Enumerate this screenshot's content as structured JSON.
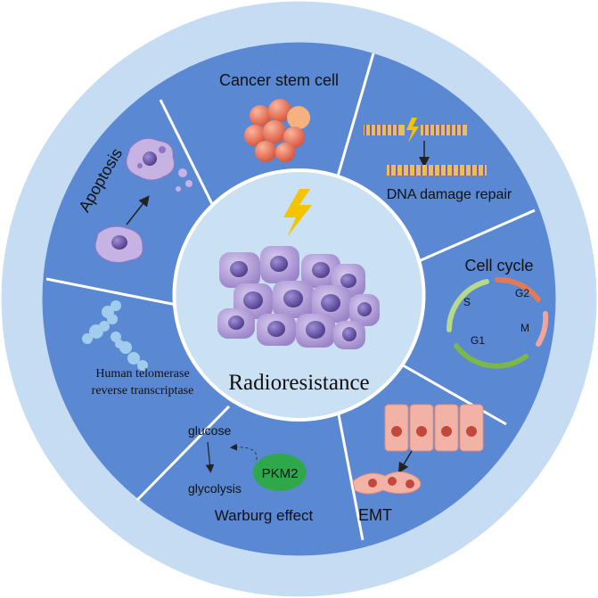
{
  "center": {
    "label": "Radioresistance",
    "icon": "lightning-bolt-icon"
  },
  "segments": {
    "cancer_stem_cell": {
      "label": "Cancer stem cell"
    },
    "dna_damage_repair": {
      "label": "DNA damage repair"
    },
    "cell_cycle": {
      "label": "Cell cycle",
      "phases": {
        "s": "S",
        "g2": "G2",
        "m": "M",
        "g1": "G1"
      }
    },
    "emt": {
      "label": "EMT"
    },
    "warburg_effect": {
      "label": "Warburg effect",
      "glucose": "glucose",
      "glycolysis": "glycolysis",
      "enzyme": "PKM2"
    },
    "htert": {
      "line1": "Human telomerase",
      "line2": "reverse transcriptase"
    },
    "apoptosis": {
      "label": "Apoptosis"
    }
  },
  "colors": {
    "outer_ring": "#c6dcf3",
    "segment_fill": "#5a88d2",
    "center_fill": "#c9e1f3",
    "divider": "#ffffff",
    "bolt": "#f5c400",
    "cell_purple": "#a08bd0",
    "nucleus": "#6a55a8",
    "pkm2": "#2ea84a",
    "cycle_s": "#b7d98a",
    "cycle_g2": "#e07a5a",
    "cycle_m": "#f0a59a",
    "cycle_g1": "#7ab84a"
  }
}
